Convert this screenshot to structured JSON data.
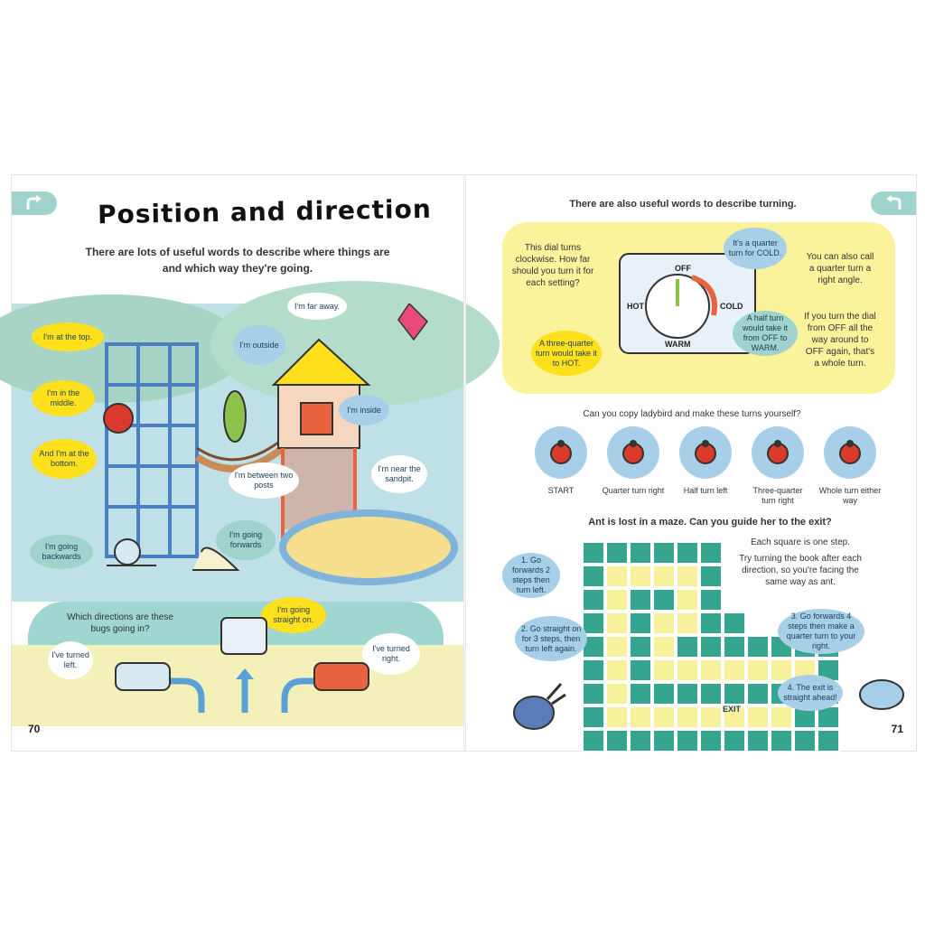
{
  "left_page": {
    "title": "Position and direction",
    "intro": "There are lots of useful words to describe where things are and which way they're going.",
    "bubbles": {
      "top": "I'm at the top.",
      "middle": "I'm in the middle.",
      "bottom": "And I'm at the bottom.",
      "outside": "I'm outside",
      "far_away": "I'm far away.",
      "inside": "I'm inside",
      "between": "I'm between two posts",
      "near": "I'm near the sandpit.",
      "forwards": "I'm going forwards",
      "backwards": "I'm going backwards",
      "straight": "I'm going straight on.",
      "turned_left": "I've turned left.",
      "turned_right": "I've turned right."
    },
    "question": "Which directions are these bugs going in?",
    "page_number": "70"
  },
  "right_page": {
    "turning_intro": "There are also useful words to describe turning.",
    "dial_question": "This dial turns clockwise. How far should you turn it for each setting?",
    "dial_labels": {
      "off": "OFF",
      "hot": "HOT",
      "cold": "COLD",
      "warm": "WARM"
    },
    "dial_bubbles": {
      "quarter": "It's a quarter turn for COLD.",
      "half": "A half turn would take it from OFF to WARM.",
      "three_quarter": "A three-quarter turn would take it to HOT."
    },
    "right_angle": "You can also call a quarter turn a right angle.",
    "whole_turn": "If you turn the dial from OFF all the way around to OFF again, that's a whole turn.",
    "ladybird_question": "Can you copy ladybird and make these turns yourself?",
    "turns": [
      {
        "label": "START"
      },
      {
        "label": "Quarter turn right"
      },
      {
        "label": "Half turn left"
      },
      {
        "label": "Three-quarter turn right"
      },
      {
        "label": "Whole turn either way"
      }
    ],
    "maze_question": "Ant is lost in a maze. Can you guide her to the exit?",
    "maze_note1": "Each square is one step.",
    "maze_note2": "Try turning the book after each direction, so you're facing the same way as ant.",
    "steps": {
      "s1": "1. Go forwards 2 steps then turn left.",
      "s2": "2. Go straight on for 3 steps, then turn left again.",
      "s3": "3. Go forwards 4 steps then make a quarter turn to your right.",
      "s4": "4. The exit is straight ahead!"
    },
    "exit_label": "EXIT",
    "page_number": "71"
  },
  "colors": {
    "teal": "#9fd3cc",
    "yellow": "#ffe01c",
    "blue": "#a8cfe8",
    "maze_green": "#36a590",
    "maze_yellow": "#f8f19c"
  }
}
